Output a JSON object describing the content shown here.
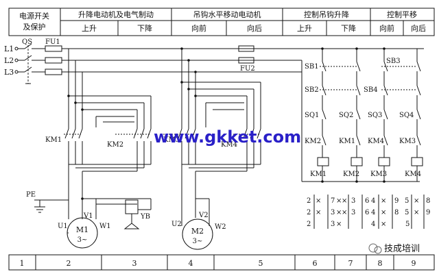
{
  "header": {
    "power_switch": [
      "电源开关",
      "及保护"
    ],
    "hoist_motor": "升降电动机及电气制动",
    "hoist_up": "上升",
    "hoist_down": "下降",
    "trolley_motor": "吊钩水平移动电动机",
    "trolley_fwd": "向前",
    "trolley_back": "向后",
    "ctrl_hoist": "控制吊钩升降",
    "ctrl_hoist_up": "上升",
    "ctrl_hoist_down": "下降",
    "ctrl_trolley": "控制平移",
    "ctrl_trolley_fwd": "向前",
    "ctrl_trolley_back": "向后"
  },
  "power": {
    "l1": "L1",
    "l2": "L2",
    "l3": "L3",
    "qs": "QS",
    "fu1": "FU1",
    "fu2": "FU2",
    "pe": "PE"
  },
  "main_circuit": {
    "km1": "KM1",
    "km2": "KM2",
    "km3": "KM3",
    "km4": "KM4",
    "m1": "M1",
    "m1_phase": "3~",
    "m2": "M2",
    "m2_phase": "3~",
    "u1": "U1",
    "v1": "V1",
    "w1": "W1",
    "u2": "U2",
    "v2": "V2",
    "w2": "W2",
    "yb": "YB"
  },
  "control_circuit": {
    "sb1": "SB1",
    "sb2": "SB2",
    "sb3": "SB3",
    "sb4": "SB4",
    "sq1": "SQ1",
    "sq2": "SQ2",
    "sq3": "SQ3",
    "sq4": "SQ4",
    "km2_nc_a": "KM2",
    "km1_nc": "KM1",
    "km4_nc": "KM4",
    "km3_nc": "KM3",
    "coil_km1": "KM1",
    "coil_km2": "KM2",
    "coil_km3": "KM3",
    "coil_km4": "KM4"
  },
  "contact_tables": [
    {
      "rows": [
        [
          "2",
          "×"
        ],
        [
          "2",
          "×"
        ],
        [
          "2",
          ""
        ]
      ],
      "right": [
        [
          "7",
          "×"
        ],
        [
          "3",
          "×"
        ],
        [
          "3",
          "×"
        ]
      ]
    },
    {
      "rows": [
        [
          "3",
          "×"
        ],
        [
          "3",
          "×"
        ],
        [
          "",
          ""
        ]
      ],
      "right": [
        [
          "6",
          ""
        ],
        [
          "6",
          ""
        ],
        [
          "",
          ""
        ]
      ]
    },
    {
      "rows": [
        [
          "4",
          "×"
        ],
        [
          "4",
          "×"
        ],
        [
          "4",
          "×"
        ]
      ],
      "right": [
        [
          "9",
          ""
        ],
        [
          "8",
          ""
        ],
        [
          "5",
          ""
        ]
      ]
    },
    {
      "rows": [
        [
          "5",
          "×"
        ],
        [
          "5",
          "×"
        ],
        [
          "",
          ""
        ]
      ],
      "right": [
        [
          "8",
          ""
        ],
        [
          "9",
          ""
        ],
        [
          "",
          ""
        ]
      ]
    }
  ],
  "watermark": "www.gkket.com",
  "brand": "技成培训",
  "footer_cols": [
    "1",
    "2",
    "3",
    "4",
    "5",
    "6",
    "7",
    "8",
    "9"
  ]
}
